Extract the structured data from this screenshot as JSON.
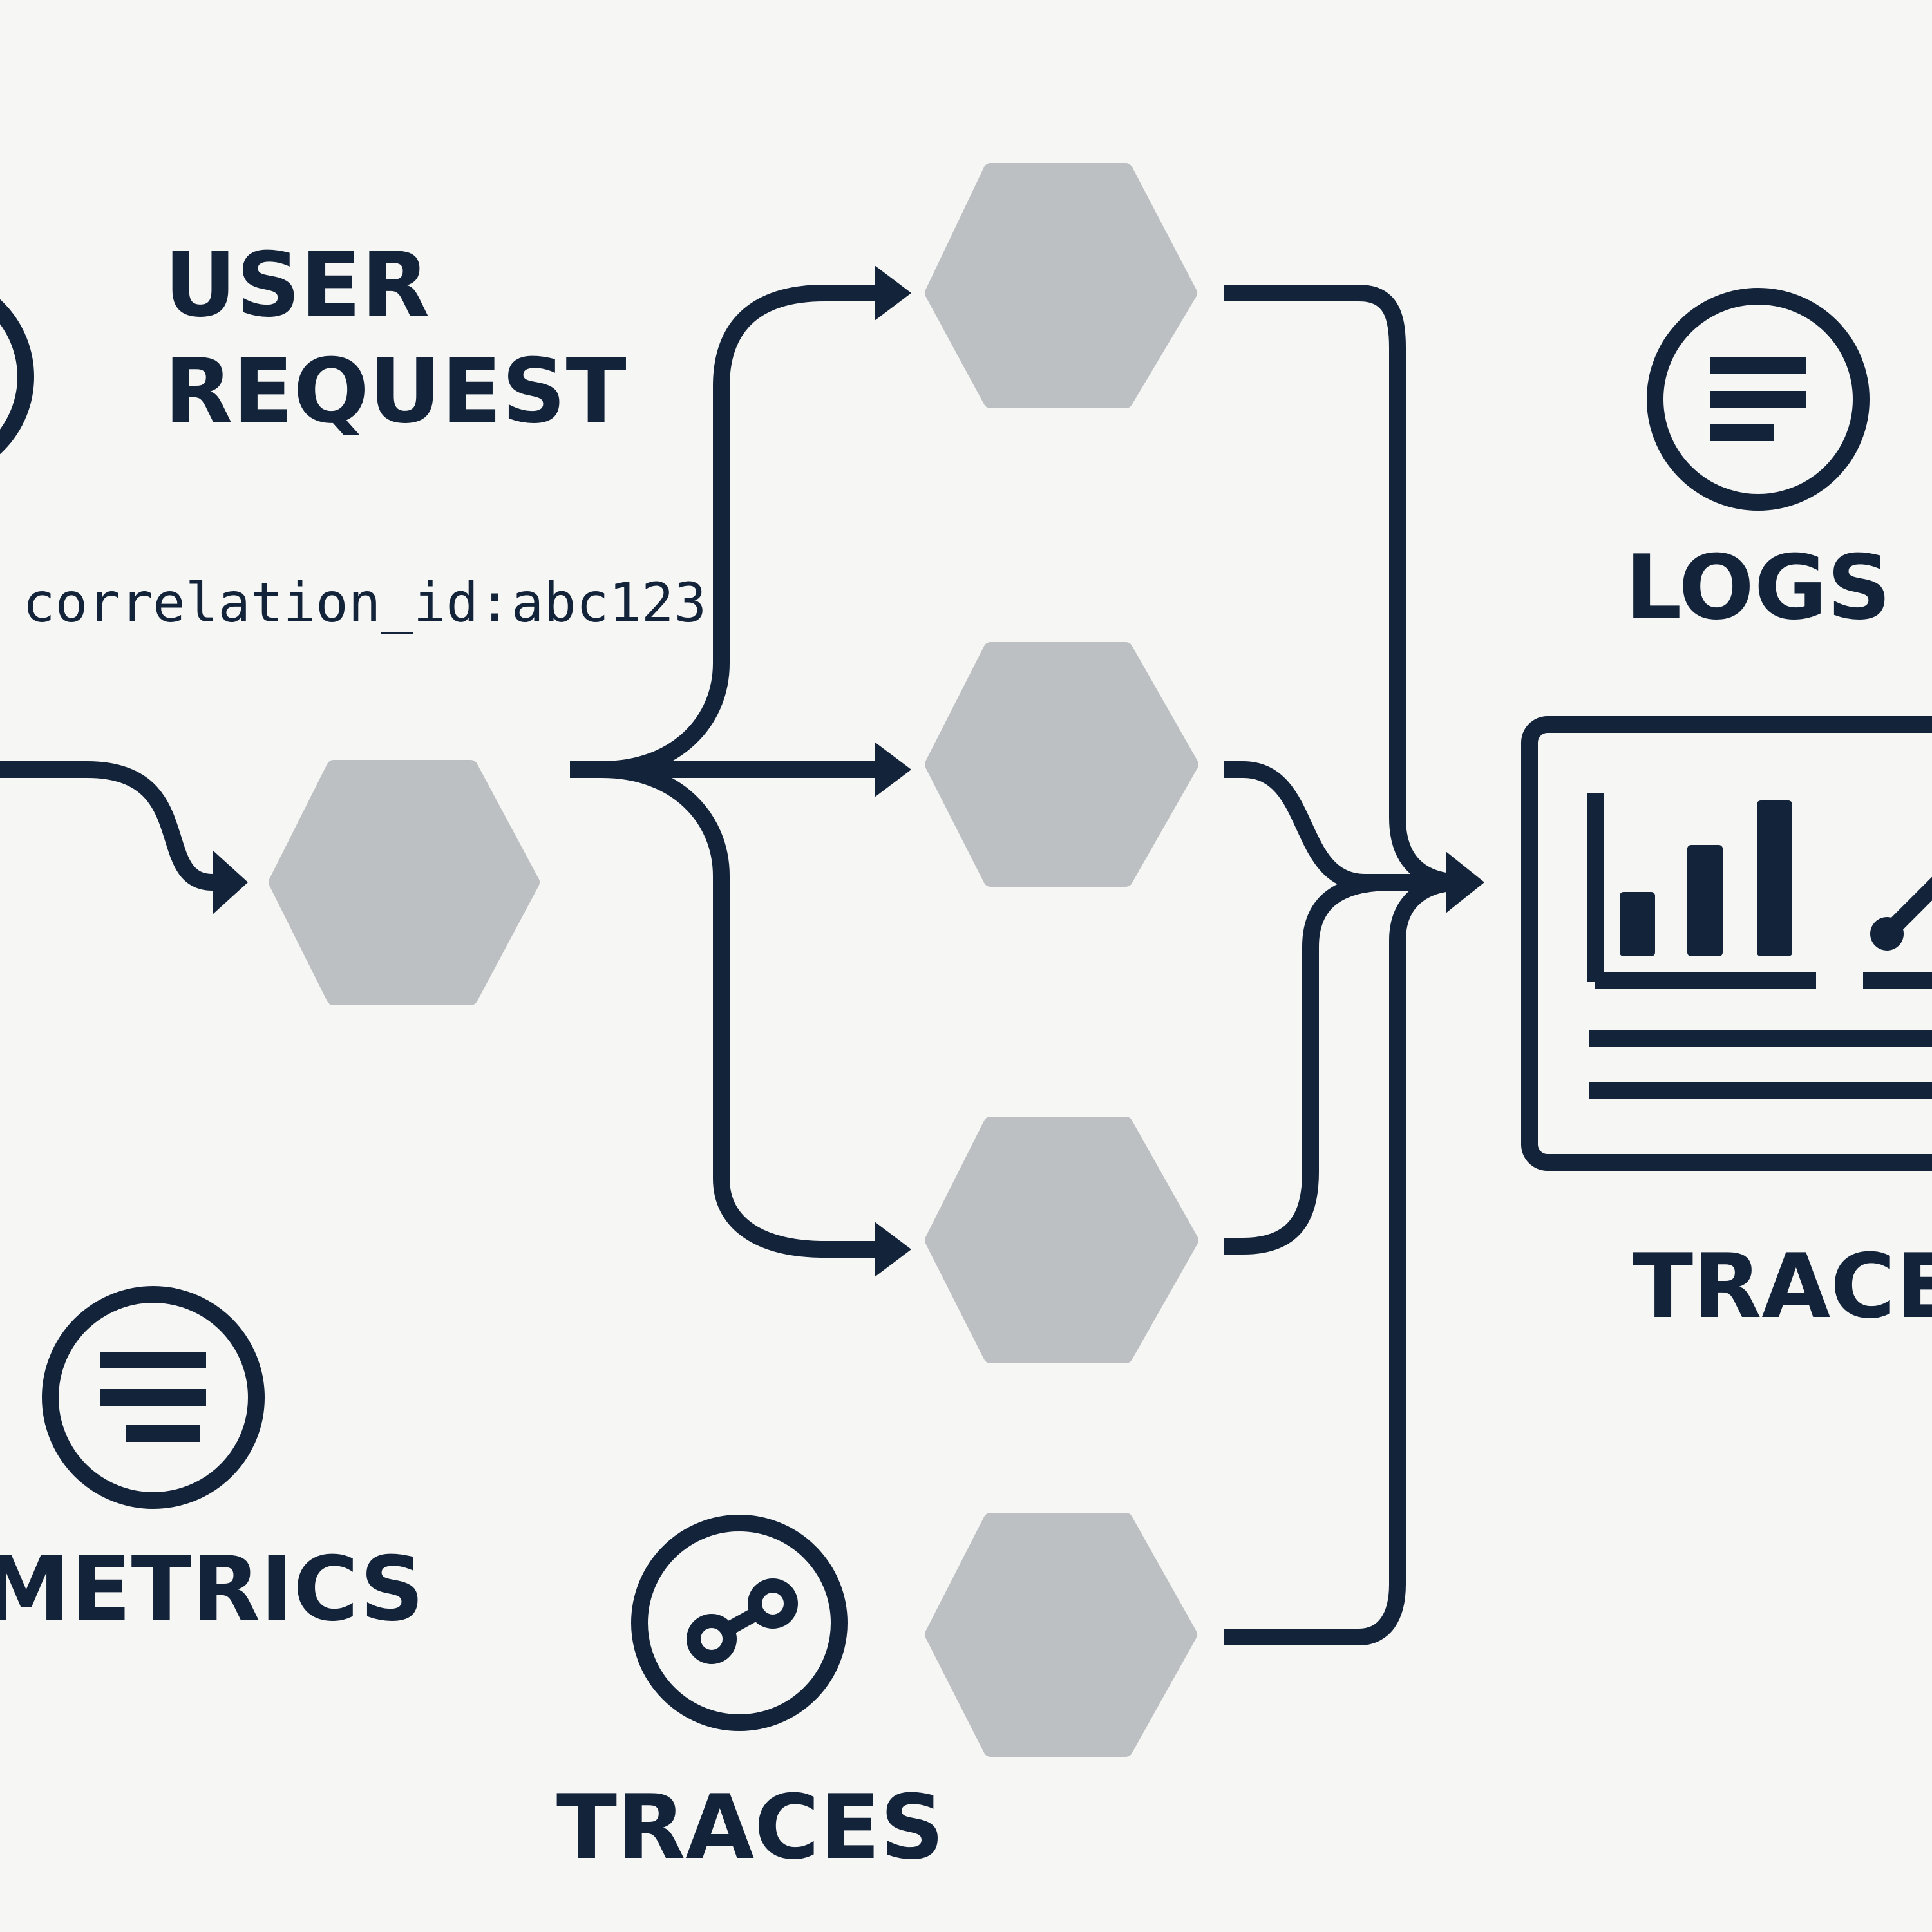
{
  "labels": {
    "user_request_line1": "USER",
    "user_request_line2": "REQUEST",
    "correlation_id": "correlation_id:abc123",
    "logs": "LOGS",
    "traces_right": "TRACE",
    "metrics": "METRICS",
    "traces_bottom": "TRACES"
  },
  "icons": {
    "user": "user-circle-icon",
    "logs": "logs-lines-icon",
    "metrics": "metrics-lines-icon",
    "traces": "trace-nodes-icon",
    "dashboard": "dashboard-chart-icon"
  },
  "colors": {
    "ink": "#13233a",
    "service_node": "#bcc0c3",
    "background": "#f6f6f4"
  }
}
